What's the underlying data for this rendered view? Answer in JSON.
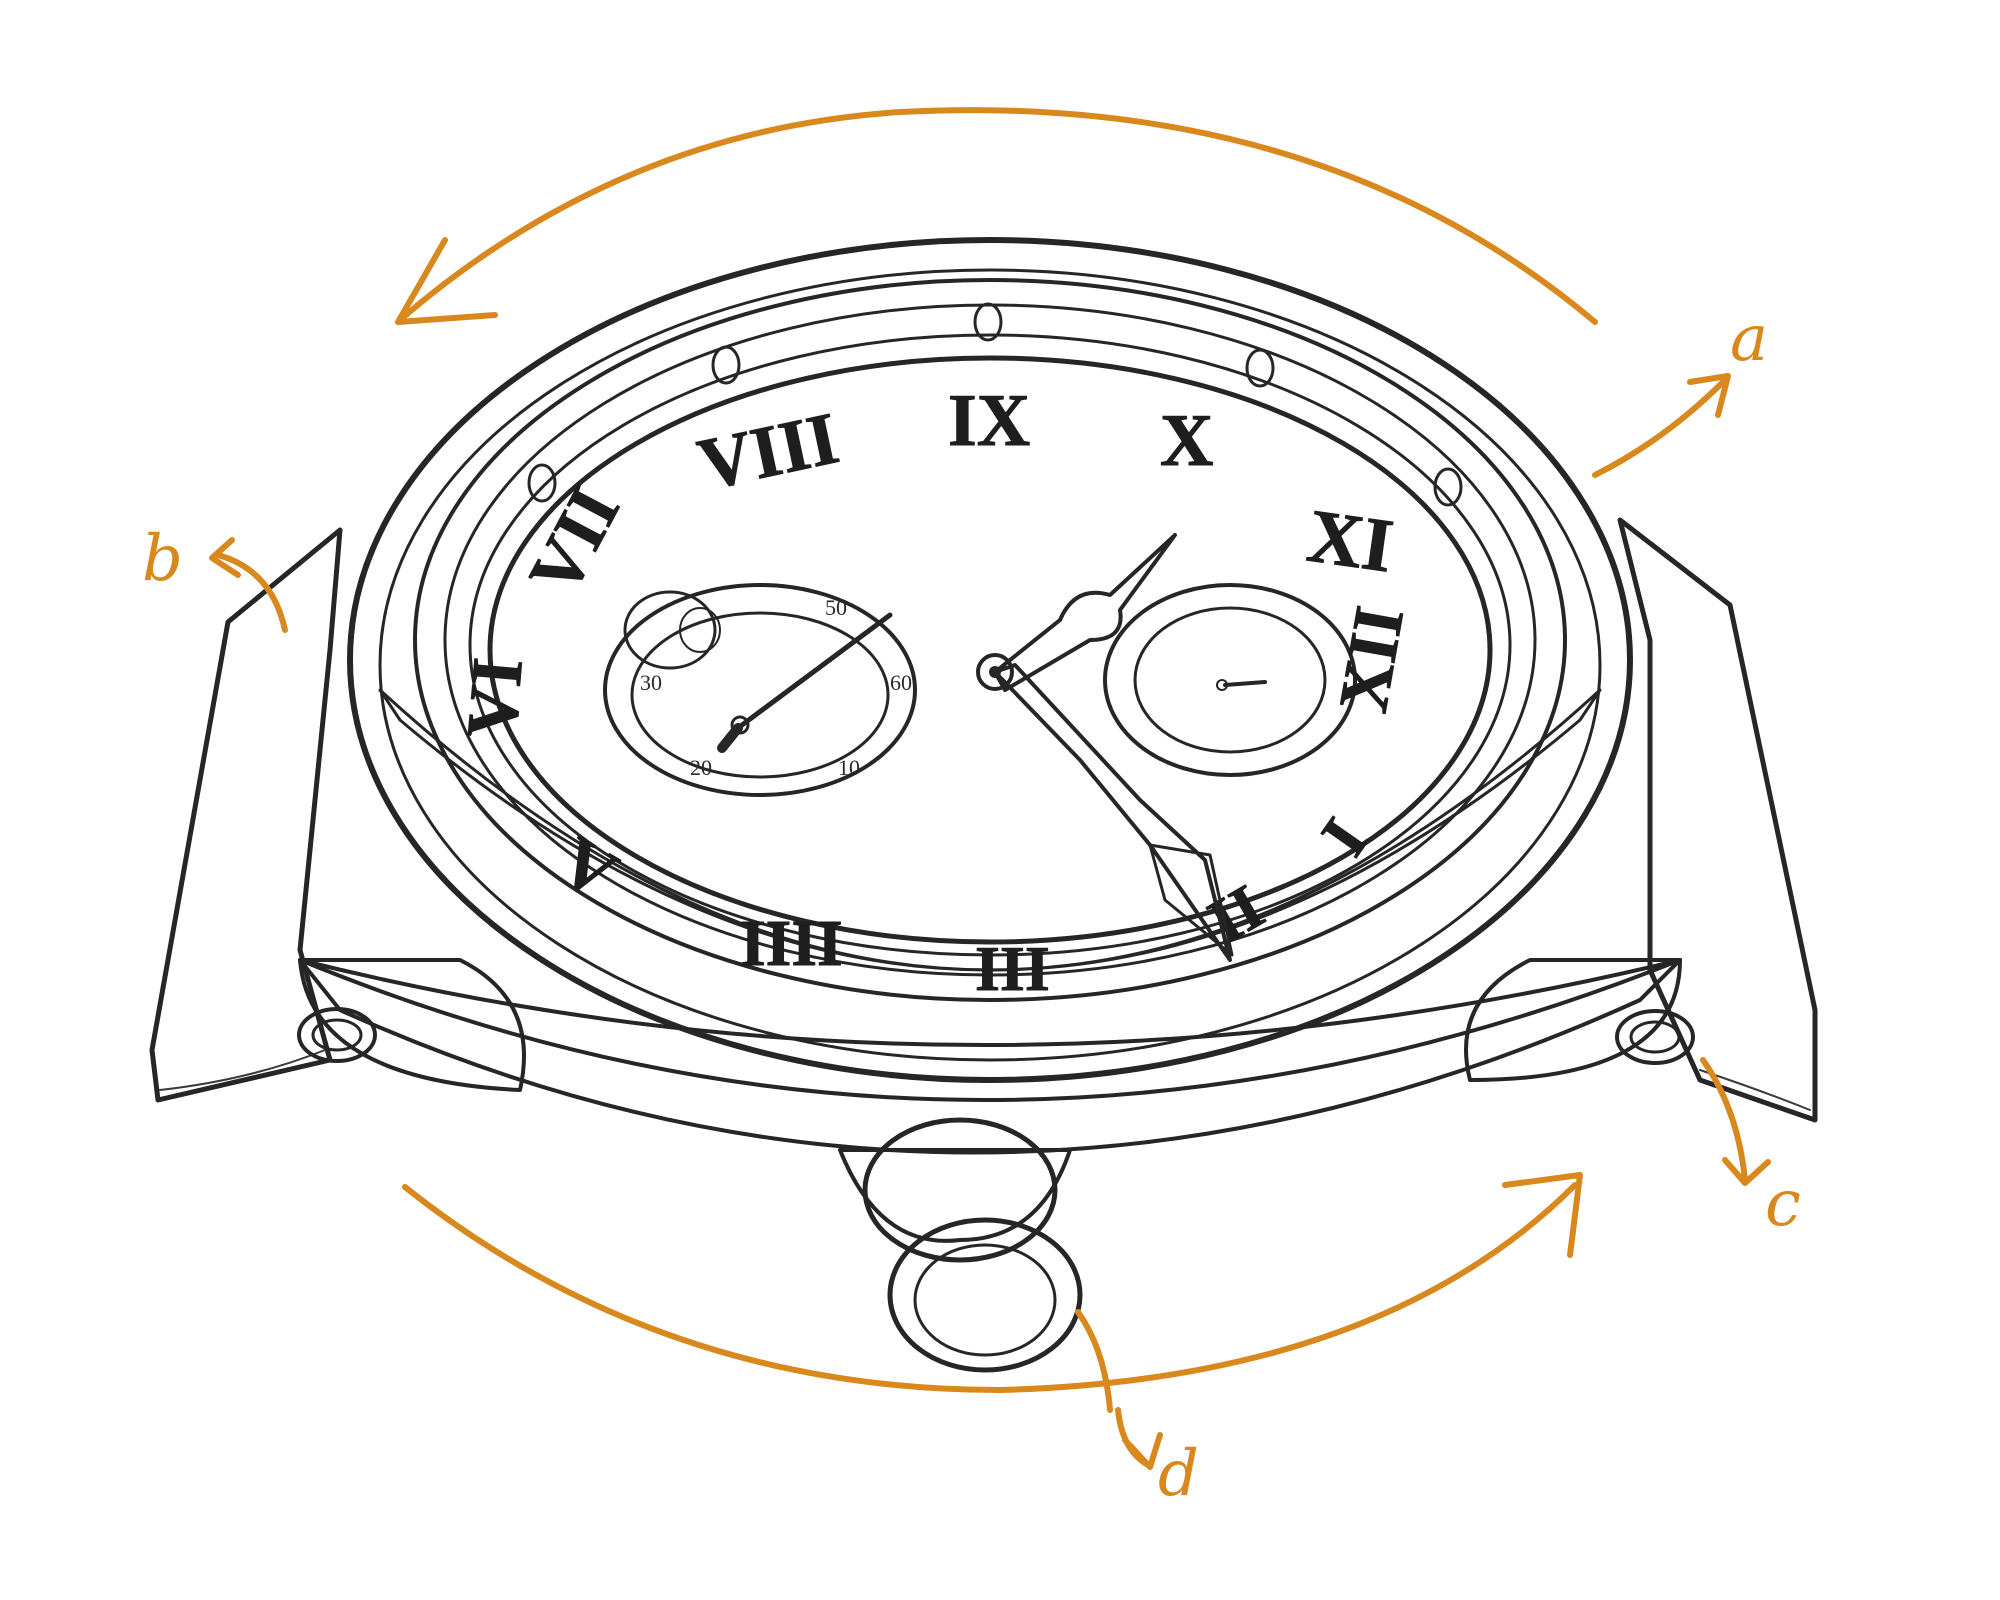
{
  "diagram": {
    "labels": {
      "a": "a",
      "b": "b",
      "c": "c",
      "d": "d"
    },
    "dial_numerals": [
      "IX",
      "X",
      "XI",
      "XII",
      "I",
      "II",
      "III",
      "IIII",
      "V",
      "VI",
      "VII",
      "VIII"
    ],
    "subdial_numbers": [
      "50",
      "60",
      "10",
      "20",
      "30"
    ],
    "colors": {
      "annotation": "#D9881E",
      "ink": "#262626"
    }
  }
}
